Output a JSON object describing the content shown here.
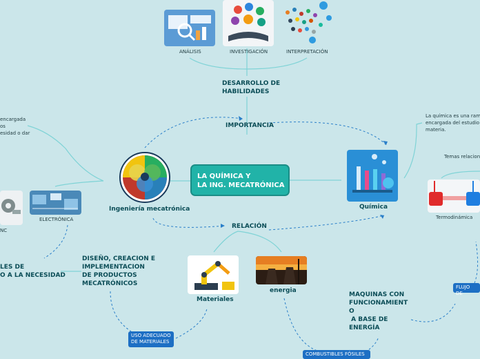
{
  "center": {
    "title_line1": "LA QUÍMICA Y",
    "title_line2": "LA ING. MECATRÓNICA"
  },
  "top": {
    "analisis": "ANÁLISIS",
    "investigacion": "INVESTIGACIÓN",
    "interpretacion": "INTERPRETACIÓN",
    "desarrollo_line1": "DESARROLLO DE",
    "desarrollo_line2": "HABILIDADES",
    "importancia": "IMPORTANCIA"
  },
  "left": {
    "cut_line1": "encargada",
    "cut_line2": "os",
    "cut_line3": "esidad o dar",
    "mecatronica": "Ingeniería mecatrónica",
    "electronica": "ELECTRÓNICA",
    "cnc": "NC",
    "les_line1": "LES DE",
    "les_line2": "O A LA NECESIDAD",
    "diseno_line1": "DISEÑO, CREACION E",
    "diseno_line2": "IMPLEMENTACION",
    "diseno_line3": "DE PRODUCTOS",
    "diseno_line4": "MECATRÓNICOS",
    "uso_line1": "USO ADECUADO",
    "uso_line2": "DE MATERIALES"
  },
  "middle": {
    "relacion": "RELACIÓN",
    "materiales": "Materiales",
    "energia": "energia",
    "combustibles": "COMBUSTIBLES FÓSILES"
  },
  "right": {
    "quimica": "Química",
    "def_line1": "La química es una rama",
    "def_line2": "encargada del estudio y",
    "def_line3": "materia.",
    "temas": "Temas relaciona",
    "termodinamica": "Termodinámica",
    "flujo": "FLUJO DE",
    "maq_line1": "MAQUINAS CON",
    "maq_line2": "FUNCIONAMIENT",
    "maq_line3": "O",
    "maq_line4": " A BASE DE",
    "maq_line5": "ENERGÍA"
  },
  "colors": {
    "background": "#cbe6ea",
    "center": "#21b3a8",
    "link": "#2a7fc9",
    "curve": "#7fd3d6",
    "pill": "#1d6fc4"
  }
}
